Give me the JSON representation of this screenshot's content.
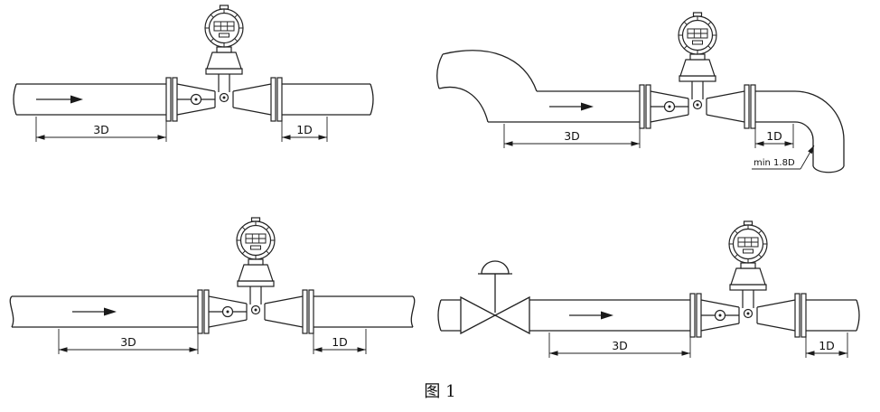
{
  "figure": {
    "caption": "图 1",
    "diagrams": {
      "top_left": {
        "dim_left": "3D",
        "dim_right": "1D"
      },
      "top_right": {
        "dim_left": "3D",
        "dim_right": "1D",
        "note": "min 1.8D"
      },
      "bottom_left": {
        "dim_left": "3D",
        "dim_right": "1D"
      },
      "bottom_right": {
        "dim_left": "3D",
        "dim_right": "1D"
      }
    }
  }
}
